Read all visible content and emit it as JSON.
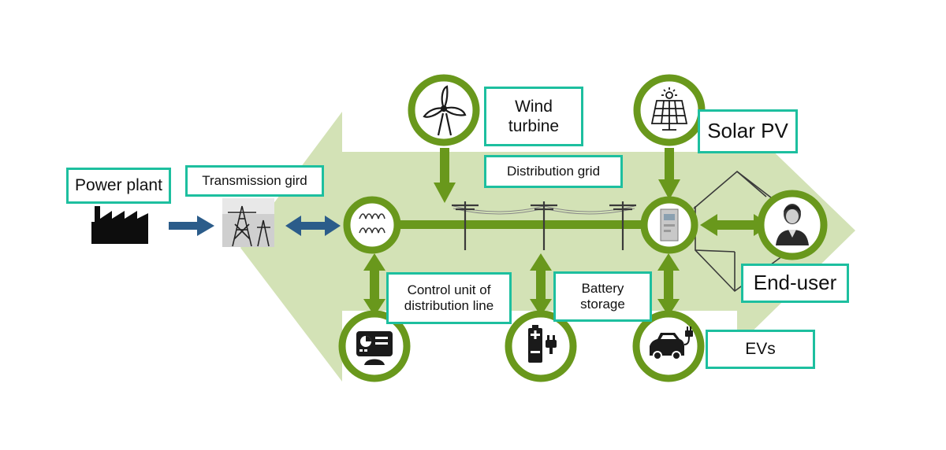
{
  "labels": {
    "power_plant": "Power plant",
    "transmission_grid": "Transmission gird",
    "wind_turbine": "Wind\nturbine",
    "distribution_grid": "Distribution grid",
    "solar_pv": "Solar PV",
    "control_unit": "Control unit of\ndistribution line",
    "battery_storage": "Battery\nstorage",
    "end_user": "End-user",
    "evs": "EVs"
  },
  "colors": {
    "arrow_fill": "#d3e2b6",
    "node_green": "#69981c",
    "label_border": "#1dbf9f",
    "blue_arrow": "#2b5c8a"
  }
}
